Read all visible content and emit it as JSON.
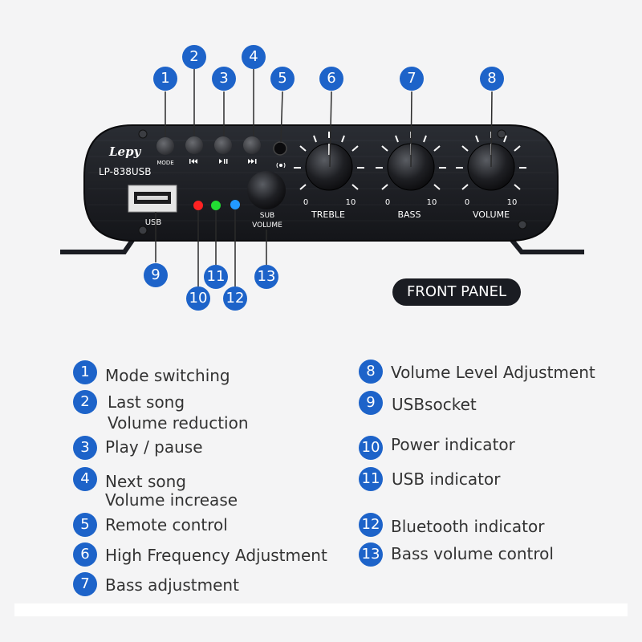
{
  "device": {
    "brand": "Lepy",
    "model": "LP-838USB",
    "labels": {
      "mode": "MODE",
      "usb": "USB",
      "sub_volume_line1": "SUB",
      "sub_volume_line2": "VOLUME",
      "treble": "TREBLE",
      "bass": "BASS",
      "volume": "VOLUME",
      "scale_min": "0",
      "scale_max": "10"
    },
    "led_colors": {
      "power": "#ff2222",
      "usb": "#22dd33",
      "bluetooth": "#2299ff"
    },
    "panel_label": "FRONT PANEL"
  },
  "callouts": [
    "1",
    "2",
    "3",
    "4",
    "5",
    "6",
    "7",
    "8",
    "9",
    "10",
    "11",
    "12",
    "13"
  ],
  "legend": [
    {
      "num": "1",
      "lines": [
        "Mode switching"
      ]
    },
    {
      "num": "2",
      "lines": [
        "Last song",
        "Volume reduction"
      ]
    },
    {
      "num": "3",
      "lines": [
        "Play / pause"
      ]
    },
    {
      "num": "4",
      "lines": [
        "Next song",
        "Volume increase"
      ]
    },
    {
      "num": "5",
      "lines": [
        "Remote control"
      ]
    },
    {
      "num": "6",
      "lines": [
        "High Frequency Adjustment"
      ]
    },
    {
      "num": "7",
      "lines": [
        "Bass adjustment"
      ]
    },
    {
      "num": "8",
      "lines": [
        "Volume Level Adjustment"
      ]
    },
    {
      "num": "9",
      "lines": [
        "USBsocket"
      ]
    },
    {
      "num": "10",
      "lines": [
        "Power indicator"
      ]
    },
    {
      "num": "11",
      "lines": [
        "USB indicator"
      ]
    },
    {
      "num": "12",
      "lines": [
        "Bluetooth indicator"
      ]
    },
    {
      "num": "13",
      "lines": [
        "Bass volume control"
      ]
    }
  ],
  "colors": {
    "accent": "#1d63c9",
    "panel": "#1a1c22",
    "background": "#f4f4f5"
  }
}
